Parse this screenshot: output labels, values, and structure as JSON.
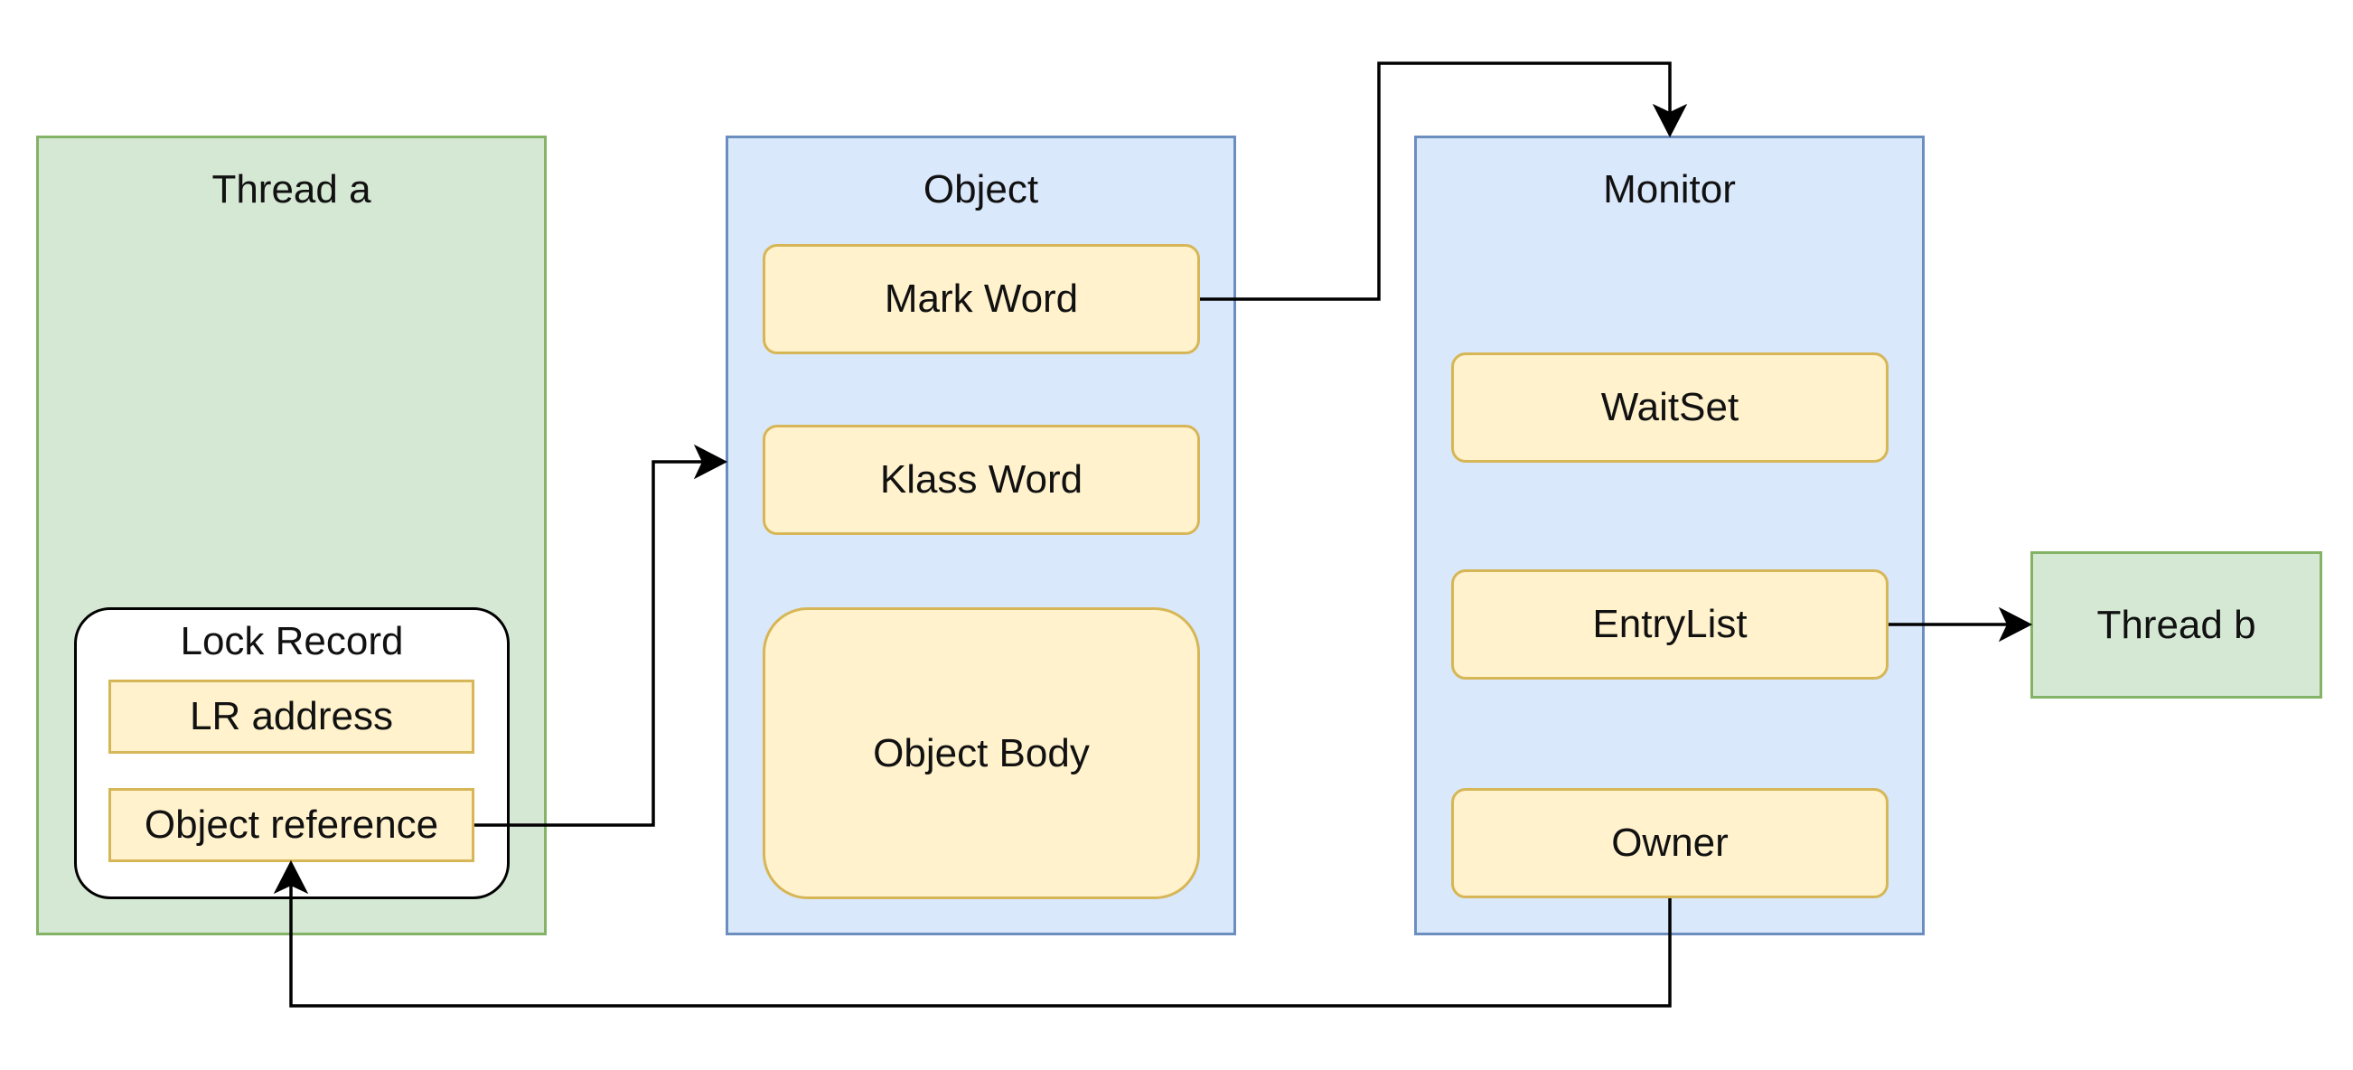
{
  "thread_a": {
    "title": "Thread a"
  },
  "lock_record": {
    "title": "Lock Record",
    "lr_address": "LR address",
    "object_reference": "Object reference"
  },
  "object": {
    "title": "Object",
    "mark_word": "Mark Word",
    "klass_word": "Klass Word",
    "object_body": "Object Body"
  },
  "monitor": {
    "title": "Monitor",
    "wait_set": "WaitSet",
    "entry_list": "EntryList",
    "owner": "Owner"
  },
  "thread_b": {
    "title": "Thread b"
  },
  "colors": {
    "green_fill": "#d5e8d4",
    "green_stroke": "#82b366",
    "blue_fill": "#dae8fc",
    "blue_stroke": "#6c8ebf",
    "yellow_fill": "#fff2cc",
    "yellow_stroke": "#d6b656",
    "edge": "#000000"
  }
}
